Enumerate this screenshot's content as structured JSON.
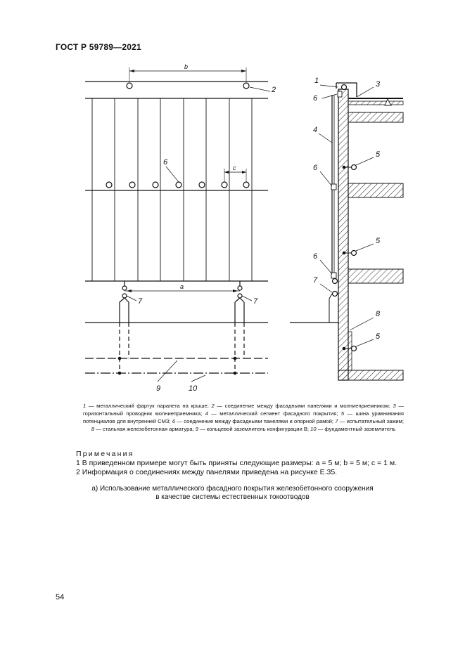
{
  "header": {
    "doc_id": "ГОСТ Р 59789—2021"
  },
  "figure": {
    "labels": {
      "b": "b",
      "c": "c",
      "a": "a",
      "n1": "1",
      "n2": "2",
      "n3": "3",
      "n4": "4",
      "n5": "5",
      "n6": "6",
      "n7": "7",
      "n8": "8",
      "n9": "9",
      "n10": "10"
    }
  },
  "legend": {
    "items": [
      {
        "num": "1",
        "text": " — металлический фартук парапета на крыше; "
      },
      {
        "num": "2",
        "text": " — соединение между фасадными панелями и молниеприемником; "
      },
      {
        "num": "3",
        "text": " — горизонтальный проводник молниеприемника; "
      },
      {
        "num": "4",
        "text": " — металлический сегмент фасадного покрытия; "
      },
      {
        "num": "5",
        "text": " — шина уравнивания потенциалов для внутренней СМЗ; "
      },
      {
        "num": "6",
        "text": " — соединение между фасадными панелями и опорной рамой; "
      },
      {
        "num": "7",
        "text": " — испытательный зажим; "
      },
      {
        "num": "8",
        "text": " — стальная железобетонная арматура; "
      },
      {
        "num": "9",
        "text": " — кольцевой заземлитель конфигурации В; "
      },
      {
        "num": "10",
        "text": " — фундаментный заземлитель"
      }
    ]
  },
  "notes": {
    "title": "Примечания",
    "item1": "1  В приведенном примере могут быть приняты следующие размеры: a = 5 м; b = 5 м; c = 1 м.",
    "item2": "2  Информация о соединениях между панелями приведена на рисунке Е.35."
  },
  "caption": {
    "line1": "а) Использование металлического фасадного покрытия железобетонного сооружения",
    "line2": "в качестве системы естественных токоотводов"
  },
  "page_number": "54"
}
